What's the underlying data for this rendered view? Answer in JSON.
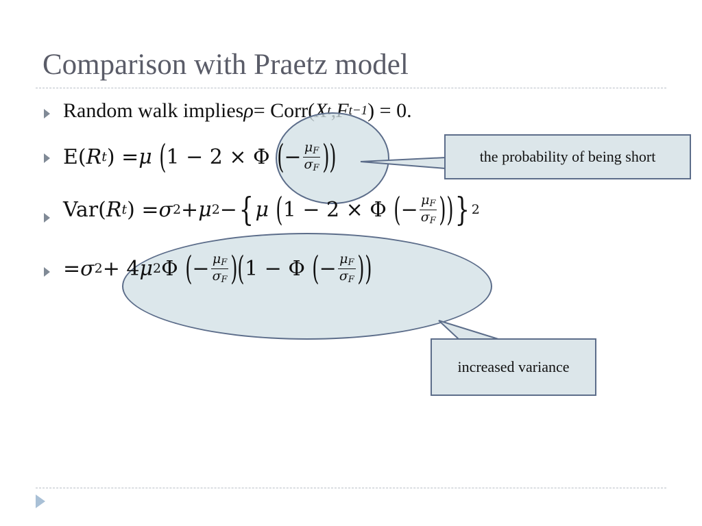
{
  "slide": {
    "title": "Comparison with Praetz model"
  },
  "bullets": {
    "b1": {
      "text_pre": "Random walk implies ",
      "rho": "ρ",
      "eq": " = Corr(",
      "x": "X",
      "t": "t",
      "comma": ", ",
      "f": "F",
      "tm1": "t−1",
      "tail": ") = 0."
    },
    "b2": {
      "e": "E(",
      "r": "R",
      "t": "t",
      "eq": ") = ",
      "mu": "μ",
      "lp": "(",
      "body": "1 − 2 × Φ",
      "lp2": "(",
      "minus": "−",
      "num": "μ",
      "numsub": "F",
      "den": "σ",
      "densub": "F",
      "rp2": ")",
      "rp": ")"
    },
    "b3": {
      "var": "Var(",
      "r": "R",
      "t": "t",
      "eq": ") = ",
      "sigma": "σ",
      "two": "2",
      "plus": " + ",
      "mu": "μ",
      "two_b": "2",
      "minus": " − ",
      "lbrace": "{",
      "mu2": "μ",
      "lp": "(",
      "body": "1 − 2 × Φ",
      "lp2": "(",
      "neg": "−",
      "num": "μ",
      "numsub": "F",
      "den": "σ",
      "densub": "F",
      "rp2": ")",
      "rp": ")",
      "rbrace": "}",
      "pow": "2"
    },
    "b4": {
      "eq": "= ",
      "sigma": "σ",
      "two": "2",
      "plus": " + 4",
      "mu": "μ",
      "two_b": "2",
      "phi": " Φ",
      "lp": "(",
      "neg": "−",
      "num": "μ",
      "numsub": "F",
      "den": "σ",
      "densub": "F",
      "rp": ")",
      "lp2": "(",
      "one": "1 − Φ",
      "lp3": "(",
      "neg2": "−",
      "num2": "μ",
      "numsub2": "F",
      "den2": "σ",
      "densub2": "F",
      "rp3": ")",
      "rp2": ")"
    }
  },
  "callouts": {
    "short": "the probability of being short",
    "variance": "increased variance"
  },
  "colors": {
    "title": "#5a5c68",
    "callout_fill": "#dce6ea",
    "callout_border": "#5c6d8a",
    "bullet": "#808a96"
  },
  "icons": {
    "bullet": "triangle-right-icon",
    "footer": "triangle-right-icon"
  }
}
